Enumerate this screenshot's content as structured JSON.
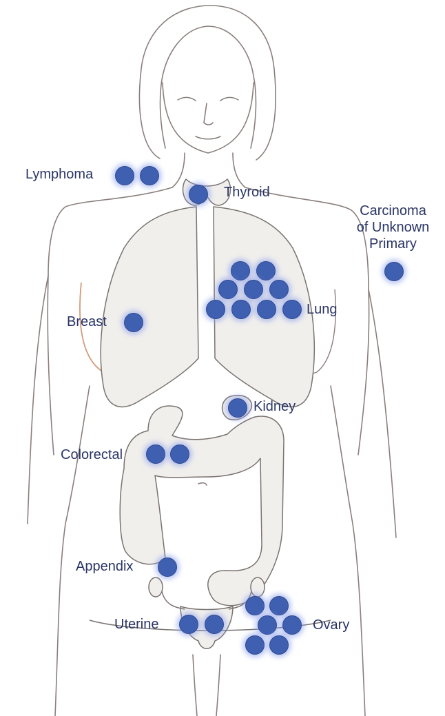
{
  "colors": {
    "marker": "#3f5fb0",
    "label": "#2a3566",
    "outline": "#8a7f7c",
    "organ_fill": "#f1efec",
    "breast_outline": "#d49a7a"
  },
  "icons": [
    "female-body-outline",
    "lungs",
    "thyroid",
    "kidney",
    "colon",
    "uterus-ovaries"
  ],
  "sites": [
    {
      "label": "Lymphoma",
      "count": 2
    },
    {
      "label": "Thyroid",
      "count": 1
    },
    {
      "label": "Carcinoma of Unknown Primary",
      "lines": [
        "Carcinoma",
        "of Unknown",
        "Primary"
      ],
      "count": 1
    },
    {
      "label": "Breast",
      "count": 1
    },
    {
      "label": "Lung",
      "count": 9
    },
    {
      "label": "Kidney",
      "count": 1
    },
    {
      "label": "Colorectal",
      "count": 2
    },
    {
      "label": "Appendix",
      "count": 1
    },
    {
      "label": "Uterine",
      "count": 2
    },
    {
      "label": "Ovary",
      "count": 6
    }
  ]
}
